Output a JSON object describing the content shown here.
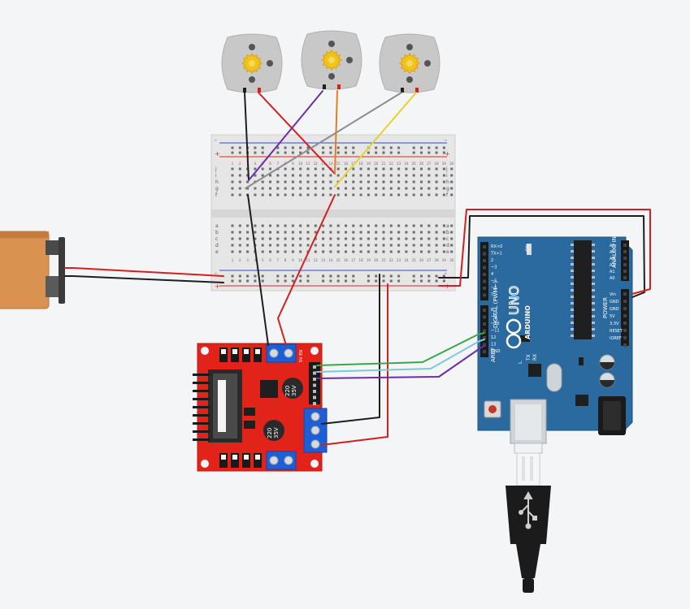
{
  "colors": {
    "background": "#f4f5f7",
    "breadboard": "#e6e6e6",
    "breadboard_hole": "#6d6d6d",
    "rail_red": "#d22b2b",
    "rail_blue": "#2b4fd2",
    "arduino_blue": "#2b6a9e",
    "driver_red": "#e2231a",
    "terminal_blue": "#1f5fd6",
    "battery_orange": "#d9924f",
    "motor_grey": "#c8c8c8",
    "gear_yellow": "#f2c21a",
    "wire_black": "#1e1e1e",
    "wire_red": "#d41f1f",
    "wire_purple": "#6b2fa3",
    "wire_orange": "#e08020",
    "wire_grey": "#8c8c8c",
    "wire_yellow": "#e6d22a",
    "wire_green": "#3aa64a",
    "wire_cyan": "#7ec8d8"
  },
  "breadboard": {
    "rail_minus": "-",
    "rail_plus": "+",
    "row_letters_top": [
      "f",
      "g",
      "h",
      "i",
      "j"
    ],
    "row_letters_bottom": [
      "a",
      "b",
      "c",
      "d",
      "e"
    ],
    "column_numbers": [
      "1",
      "2",
      "3",
      "4",
      "5",
      "6",
      "7",
      "8",
      "9",
      "10",
      "11",
      "12",
      "13",
      "14",
      "15",
      "16",
      "17",
      "18",
      "19",
      "20",
      "21",
      "22",
      "23",
      "24",
      "25",
      "26",
      "27",
      "28",
      "29",
      "30"
    ]
  },
  "arduino": {
    "logo_text": "UNO",
    "brand": "ARDUINO",
    "digital_label": "DIGITAL (PWM~)",
    "analog_label": "ANALOG IN",
    "power_label": "POWER",
    "on_label": "ON",
    "aref": "AREF",
    "gnd": "GND",
    "tx": "TX",
    "rx": "RX",
    "l": "L",
    "digital_pins_upper": [
      "RX<0",
      "TX>1",
      "2",
      "~3",
      "4",
      "~5",
      "~6",
      "7"
    ],
    "digital_pins_lower": [
      "8",
      "~9",
      "~10",
      "~11",
      "12",
      "13"
    ],
    "analog_pins": [
      "A5",
      "A4",
      "A3",
      "A2",
      "A1",
      "A0"
    ],
    "power_pins": [
      "Vin",
      "GND",
      "GND",
      "5V",
      "3.3V",
      "RESET",
      "IOREF"
    ]
  },
  "driver": {
    "cap_top": [
      "220",
      "35V"
    ],
    "cap_bottom": [
      "220",
      "35V"
    ],
    "label_5v": "5V EN"
  }
}
